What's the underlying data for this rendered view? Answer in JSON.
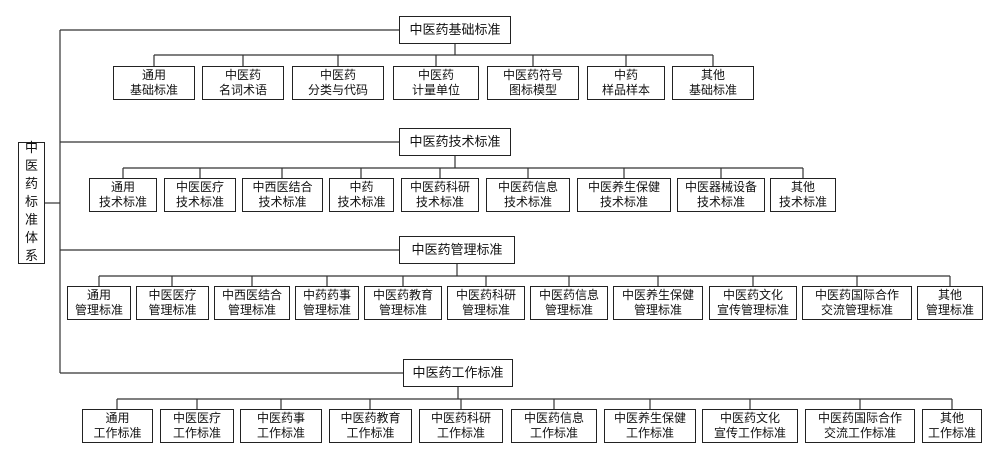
{
  "root": {
    "label": "中\n医\n药\n标\n准\n体\n系"
  },
  "categories": [
    {
      "label": "中医药基础标准",
      "items": [
        "通用\n基础标准",
        "中医药\n名词术语",
        "中医药\n分类与代码",
        "中医药\n计量单位",
        "中医药符号\n图标模型",
        "中药\n样品样本",
        "其他\n基础标准"
      ]
    },
    {
      "label": "中医药技术标准",
      "items": [
        "通用\n技术标准",
        "中医医疗\n技术标准",
        "中西医结合\n技术标准",
        "中药\n技术标准",
        "中医药科研\n技术标准",
        "中医药信息\n技术标准",
        "中医养生保健\n技术标准",
        "中医器械设备\n技术标准",
        "其他\n技术标准"
      ]
    },
    {
      "label": "中医药管理标准",
      "items": [
        "通用\n管理标准",
        "中医医疗\n管理标准",
        "中西医结合\n管理标准",
        "中药药事\n管理标准",
        "中医药教育\n管理标准",
        "中医药科研\n管理标准",
        "中医药信息\n管理标准",
        "中医养生保健\n管理标准",
        "中医药文化\n宣传管理标准",
        "中医药国际合作\n交流管理标准",
        "其他\n管理标准"
      ]
    },
    {
      "label": "中医药工作标准",
      "items": [
        "通用\n工作标准",
        "中医医疗\n工作标准",
        "中医药事\n工作标准",
        "中医药教育\n工作标准",
        "中医药科研\n工作标准",
        "中医药信息\n工作标准",
        "中医养生保健\n工作标准",
        "中医药文化\n宣传工作标准",
        "中医药国际合作\n交流工作标准",
        "其他\n工作标准"
      ]
    }
  ]
}
